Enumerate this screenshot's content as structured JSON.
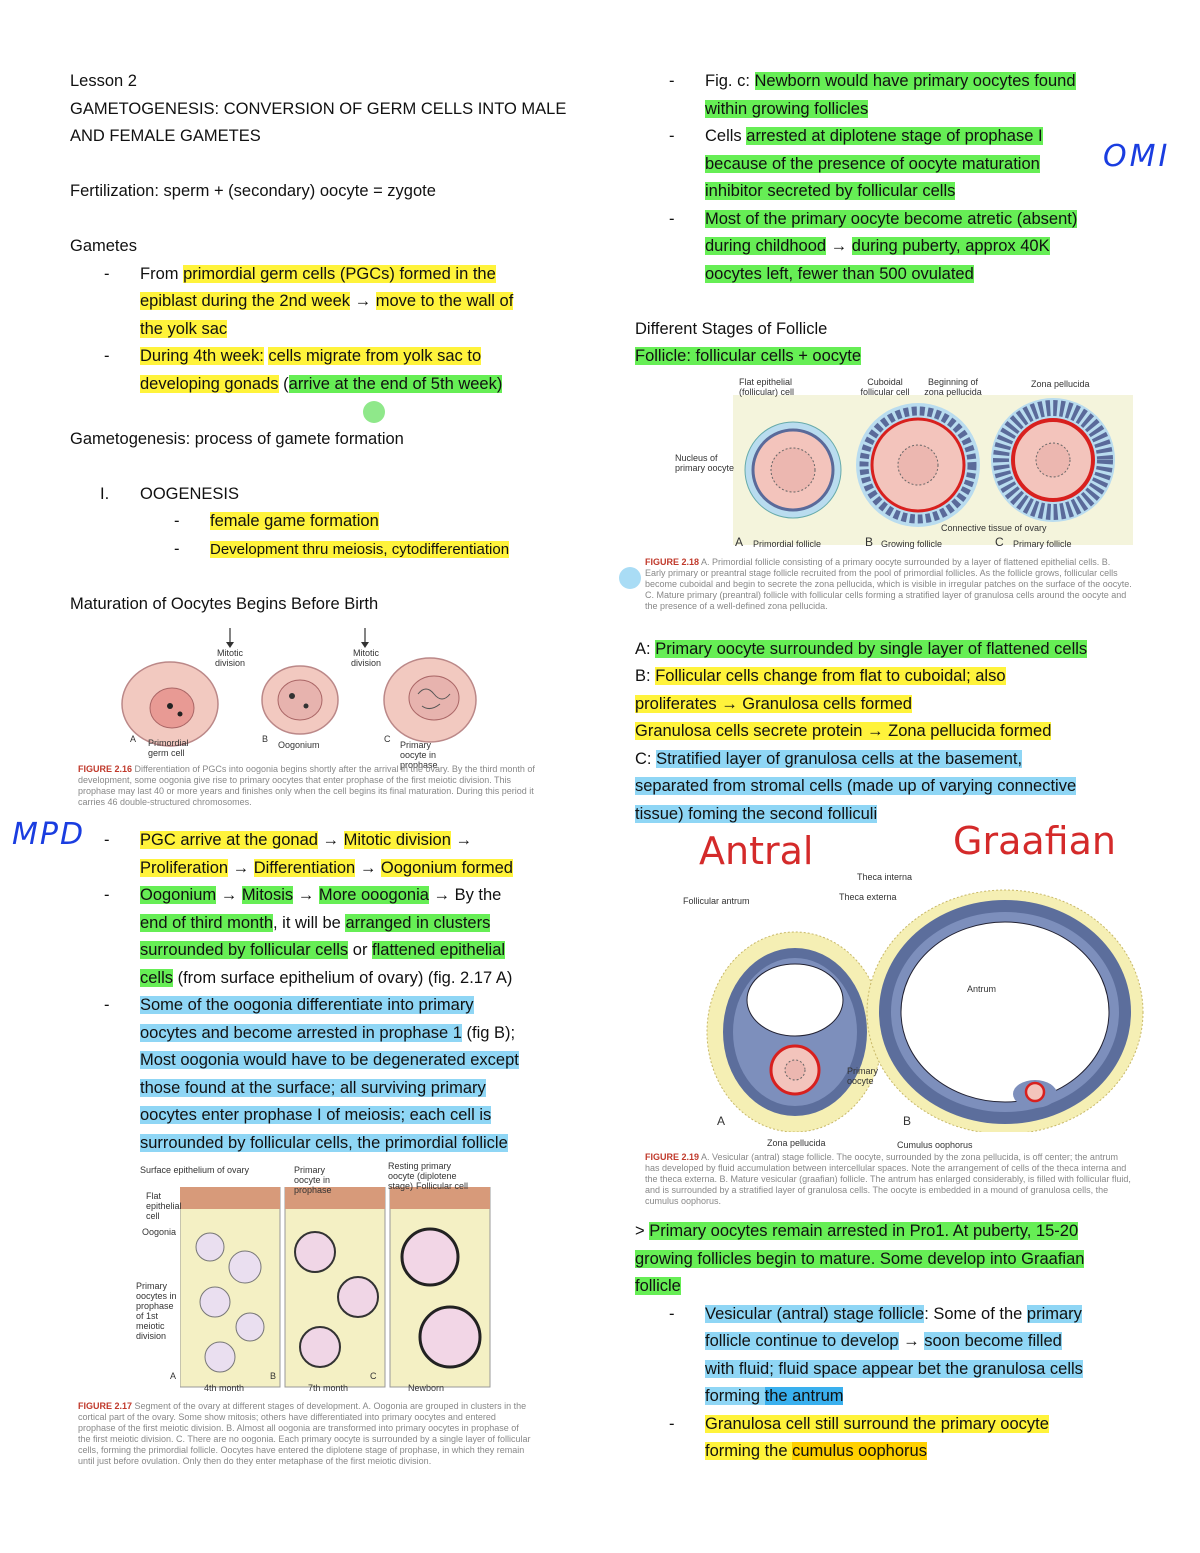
{
  "left": {
    "lesson": "Lesson 2",
    "title1": "GAMETOGENESIS: CONVERSION OF GERM CELLS INTO MALE",
    "title2": "AND FEMALE GAMETES",
    "fertilization": "Fertilization: sperm + (secondary) oocyte = zygote",
    "gametes": "Gametes",
    "g1_a": "From ",
    "g1_b": "primordial germ cells (PGCs) formed in the",
    "g1_c": "epiblast during the 2nd week",
    "g1_d": " → ",
    "g1_e": "move to the wall of",
    "g1_f": "the yolk sac",
    "g2_a": "During 4th week:",
    "g2_b": " ",
    "g2_c": "cells migrate from yolk sac to",
    "g2_d": "developing gonads",
    "g2_e": " (",
    "g2_f": "arrive at the end of 5th week)",
    "gametogenesis": "Gametogenesis: process of gamete formation",
    "roman": "I.",
    "oogenesis": "OOGENESIS",
    "o1": "female game formation",
    "o2": "Development thru meiosis, cytodifferentiation",
    "maturation": "Maturation of Oocytes Begins Before Birth",
    "fig216": {
      "label1": "Mitotic division",
      "label2": "Mitotic division",
      "a": "A",
      "a_lab": "Primordial germ cell",
      "b": "B",
      "b_lab": "Oogonium",
      "c": "C",
      "c_lab": "Primary oocyte in prophase",
      "cap_num": "FIGURE 2.16",
      "caption": "Differentiation of PGCs into oogonia begins shortly after the arrival in the ovary. By the third month of development, some oogonia give rise to primary oocytes that enter prophase of the first meiotic division. This prophase may last 40 or more years and finishes only when the cell begins its final maturation. During this period it carries 46 double-structured chromosomes."
    },
    "hand_mpd": "MPD",
    "b1": [
      "PGC arrive at the gonad",
      " → ",
      "Mitotic division",
      " →"
    ],
    "b1b": [
      "Proliferation",
      " → ",
      "Differentiation",
      " → ",
      "Oogonium formed"
    ],
    "b2a": [
      "Oogonium",
      " → ",
      "Mitosis",
      " → ",
      "More ooogonia",
      " → By the"
    ],
    "b2b": [
      "end of third month",
      ", it will be ",
      "arranged in clusters"
    ],
    "b2c": [
      "surrounded by follicular cells",
      " or ",
      "flattened epithelial"
    ],
    "b2d": [
      "cells",
      " (from surface epithelium of ovary) (fig. 2.17 A)"
    ],
    "b3": [
      "Some of the oogonia differentiate into primary",
      "oocytes and become arrested in prophase 1",
      " (fig B);",
      "Most oogonia would have to be degenerated except",
      "those found at the surface; all surviving primary",
      "oocytes enter prophase I of meiosis; each cell is",
      "surrounded by follicular cells, the primordial follicle"
    ],
    "fig217": {
      "l1": "Surface epithelium of ovary",
      "l2": "Primary oocyte in prophase",
      "l3": "Resting primary oocyte (diplotene stage)",
      "l4": "Follicular cell",
      "l5": "Flat epithelial cell",
      "l6": "Oogonia",
      "l7": "Primary oocytes in prophase of 1st meiotic division",
      "a": "A",
      "b": "B",
      "c": "C",
      "m1": "4th month",
      "m2": "7th month",
      "m3": "Newborn",
      "cap_num": "FIGURE 2.17",
      "caption": "Segment of the ovary at different stages of development. A. Oogonia are grouped in clusters in the cortical part of the ovary. Some show mitosis; others have differentiated into primary oocytes and entered prophase of the first meiotic division. B. Almost all oogonia are transformed into primary oocytes in prophase of the first meiotic division. C. There are no oogonia. Each primary oocyte is surrounded by a single layer of follicular cells, forming the primordial follicle. Oocytes have entered the diplotene stage of prophase, in which they remain until just before ovulation. Only then do they enter metaphase of the first meiotic division."
    }
  },
  "right": {
    "r1": [
      "Fig. c: ",
      "Newborn would have primary oocytes found"
    ],
    "r1b": "within growing follicles",
    "r2": [
      "Cells ",
      "arrested at diplotene stage of prophase I"
    ],
    "r2b": "because of the presence of oocyte maturation",
    "r2c": "inhibitor secreted by follicular cells",
    "hand_omi": "OMI",
    "r3": "Most of the primary oocyte become atretic (absent)",
    "r3b": [
      "during childhood",
      " → ",
      "during puberty, approx 40K"
    ],
    "r3c": "oocytes left, fewer than 500 ovulated",
    "stages": "Different Stages of Follicle",
    "follicle": "Follicle: follicular cells + oocyte",
    "fig218": {
      "l1": "Flat epithelial (follicular) cell",
      "l2": "Cuboidal follicular cell",
      "l3": "Beginning of zona pellucida",
      "l4": "Zona pellucida",
      "l5": "Nucleus of primary oocyte",
      "l6": "Connective tissue of ovary",
      "a": "A",
      "a_lab": "Primordial follicle",
      "b": "B",
      "b_lab": "Growing follicle",
      "c": "C",
      "c_lab": "Primary follicle",
      "cap_num": "FIGURE 2.18",
      "caption": "A. Primordial follicle consisting of a primary oocyte surrounded by a layer of flattened epithelial cells. B. Early primary or preantral stage follicle recruited from the pool of primordial follicles. As the follicle grows, follicular cells become cuboidal and begin to secrete the zona pellucida, which is visible in irregular patches on the surface of the oocyte. C. Mature primary (preantral) follicle with follicular cells forming a stratified layer of granulosa cells around the oocyte and the presence of a well-defined zona pellucida."
    },
    "a_line": [
      "A: ",
      "Primary oocyte surrounded by single layer of flattened cells"
    ],
    "b_line": [
      "B: ",
      "Follicular cells change from flat to cuboidal; also"
    ],
    "b_line2": [
      "proliferates",
      " → ",
      "Granulosa cells formed"
    ],
    "gz": "Granulosa cells secrete protein → Zona pellucida formed",
    "c_line": [
      "C: ",
      "Stratified layer of granulosa cells at the basement,"
    ],
    "c_line2": "separated from stromal cells (made up of varying connective",
    "c_line3": "tissue) foming the second folliculi",
    "fig219": {
      "hand1": "Antral",
      "hand2": "Graafian",
      "l1": "Theca interna",
      "l2": "Theca externa",
      "l3": "Follicular antrum",
      "l4": "Antrum",
      "l5": "Primary oocyte",
      "l6": "Zona pellucida",
      "l7": "Cumulus oophorus",
      "a": "A",
      "b": "B",
      "cap_num": "FIGURE 2.19",
      "caption": "A. Vesicular (antral) stage follicle. The oocyte, surrounded by the zona pellucida, is off center; the antrum has developed by fluid accumulation between intercellular spaces. Note the arrangement of cells of the theca interna and the theca externa. B. Mature vesicular (graafian) follicle. The antrum has enlarged considerably, is filled with follicular fluid, and is surrounded by a stratified layer of granulosa cells. The oocyte is embedded in a mound of granulosa cells, the cumulus oophorus."
    },
    "p1": [
      "> ",
      "Primary oocytes remain arrested in Pro1. At puberty, 15-20"
    ],
    "p1b": "growing follicles begin to mature. Some develop into Graafian",
    "p1c": "follicle",
    "v1": [
      "Vesicular (antral) stage follicle",
      ": Some of the ",
      "primary"
    ],
    "v1b": [
      "follicle continue to develop",
      " → ",
      "soon become filled"
    ],
    "v1c": "with fluid; fluid space appear bet the granulosa cells",
    "v1d": [
      "forming ",
      "the antrum"
    ],
    "v2": "Granulosa cell still surround the primary oocyte",
    "v2b": [
      "forming the ",
      "cumulus oophorus"
    ]
  },
  "colors": {
    "yellow": "#fff33b",
    "green": "#66ee55",
    "blue": "#8fd6f5",
    "pen": "#1a3de0"
  }
}
